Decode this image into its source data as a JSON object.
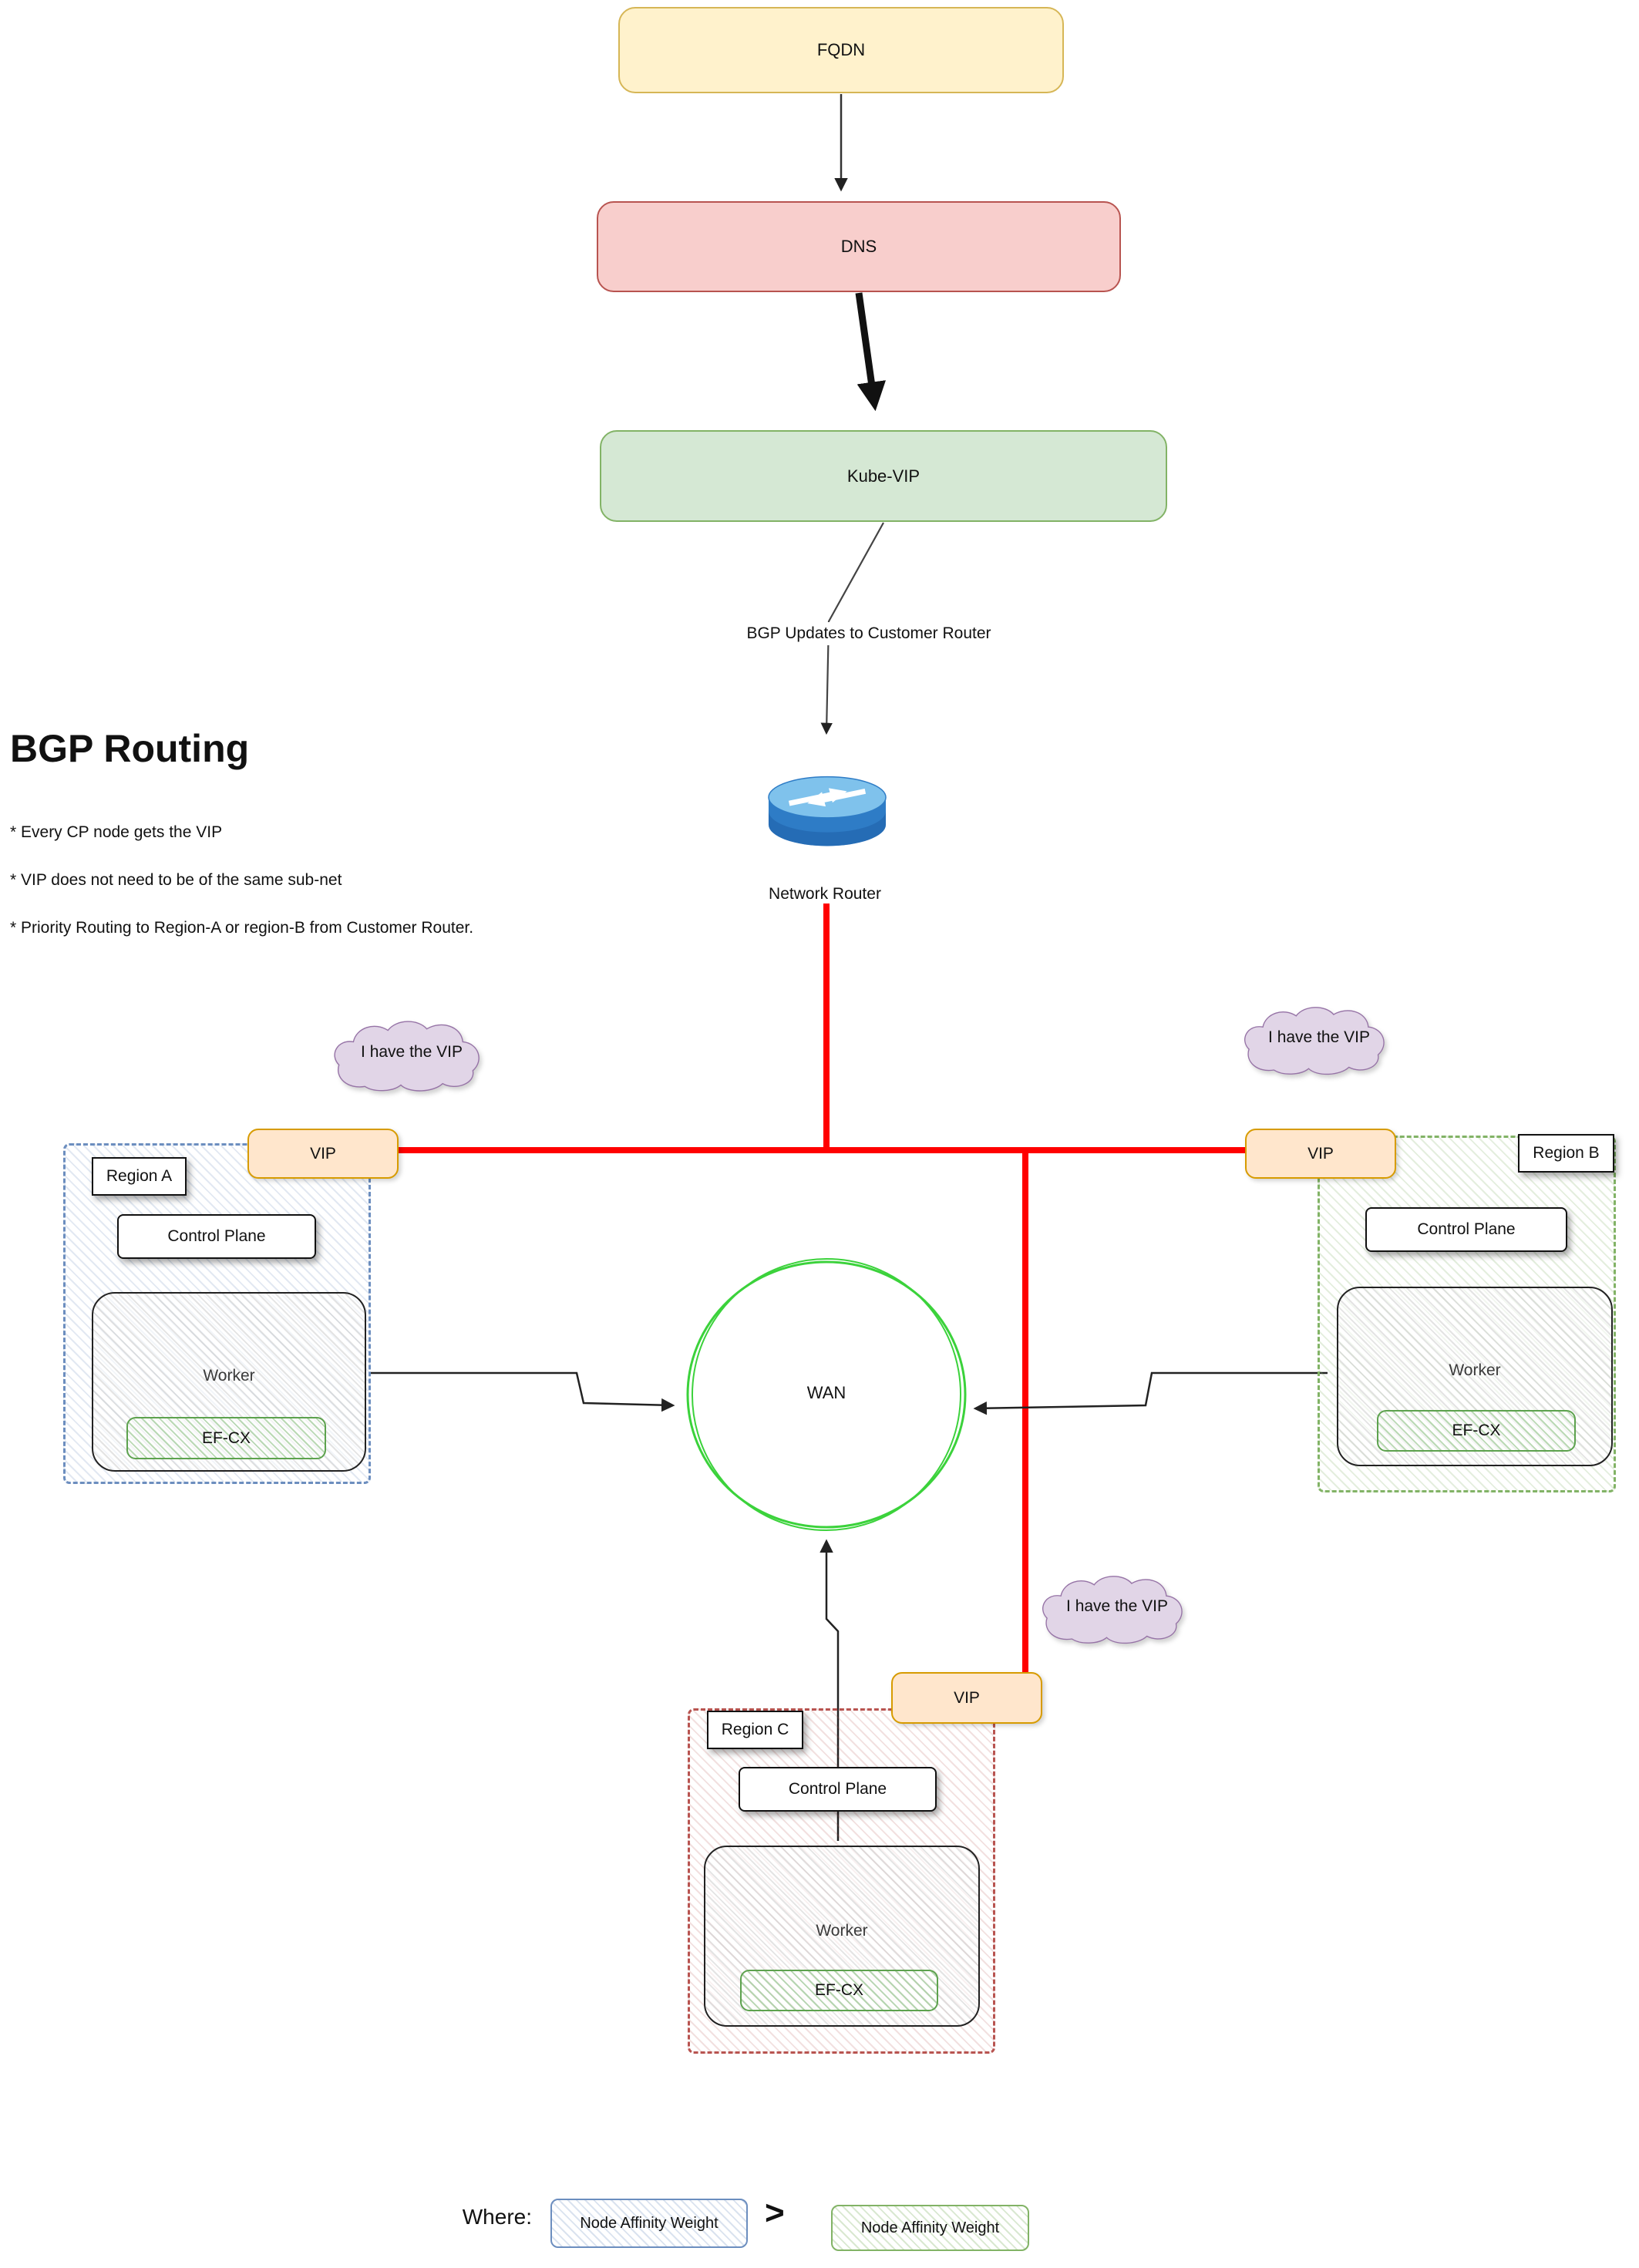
{
  "diagram_title": "BGP Routing",
  "notes": [
    "* Every CP node gets the VIP",
    "* VIP does not need to be of the same sub-net",
    "* Priority Routing to Region-A or region-B from Customer Router."
  ],
  "flow": {
    "fqdn": "FQDN",
    "dns": "DNS",
    "kube_vip": "Kube-VIP",
    "bgp_update_label": "BGP Updates to Customer Router",
    "router_label": "Network Router"
  },
  "wan": {
    "label": "WAN"
  },
  "vip": {
    "label": "VIP"
  },
  "cloud": {
    "label": "I have the VIP"
  },
  "regions": [
    {
      "name": "Region A",
      "control_plane": "Control Plane",
      "worker": "Worker",
      "efcx": "EF-CX"
    },
    {
      "name": "Region B",
      "control_plane": "Control Plane",
      "worker": "Worker",
      "efcx": "EF-CX"
    },
    {
      "name": "Region C",
      "control_plane": "Control Plane",
      "worker": "Worker",
      "efcx": "EF-CX"
    }
  ],
  "legend": {
    "where_label": "Where:",
    "blue_box_label": "Node Affinity Weight",
    "operator": ">",
    "green_box_label": "Node Affinity Weight"
  },
  "colors": {
    "fqdn_fill": "#fff2cc",
    "fqdn_border": "#d6b656",
    "dns_fill": "#f8cecc",
    "dns_border": "#b85450",
    "kube_vip_fill": "#d5e8d4",
    "kube_vip_border": "#82b366",
    "vip_fill": "#ffe6cc",
    "vip_border": "#d79b00",
    "cloud_fill": "#e1d5e7",
    "cloud_border": "#9673a6",
    "region_a_border": "#6c8ebf",
    "region_b_border": "#82b366",
    "region_c_border": "#b85450",
    "efcx_border": "#5da24e",
    "wan_stroke": "#3bd23b",
    "link_red": "#ff0000",
    "router_blue": "#2e7cc6"
  }
}
